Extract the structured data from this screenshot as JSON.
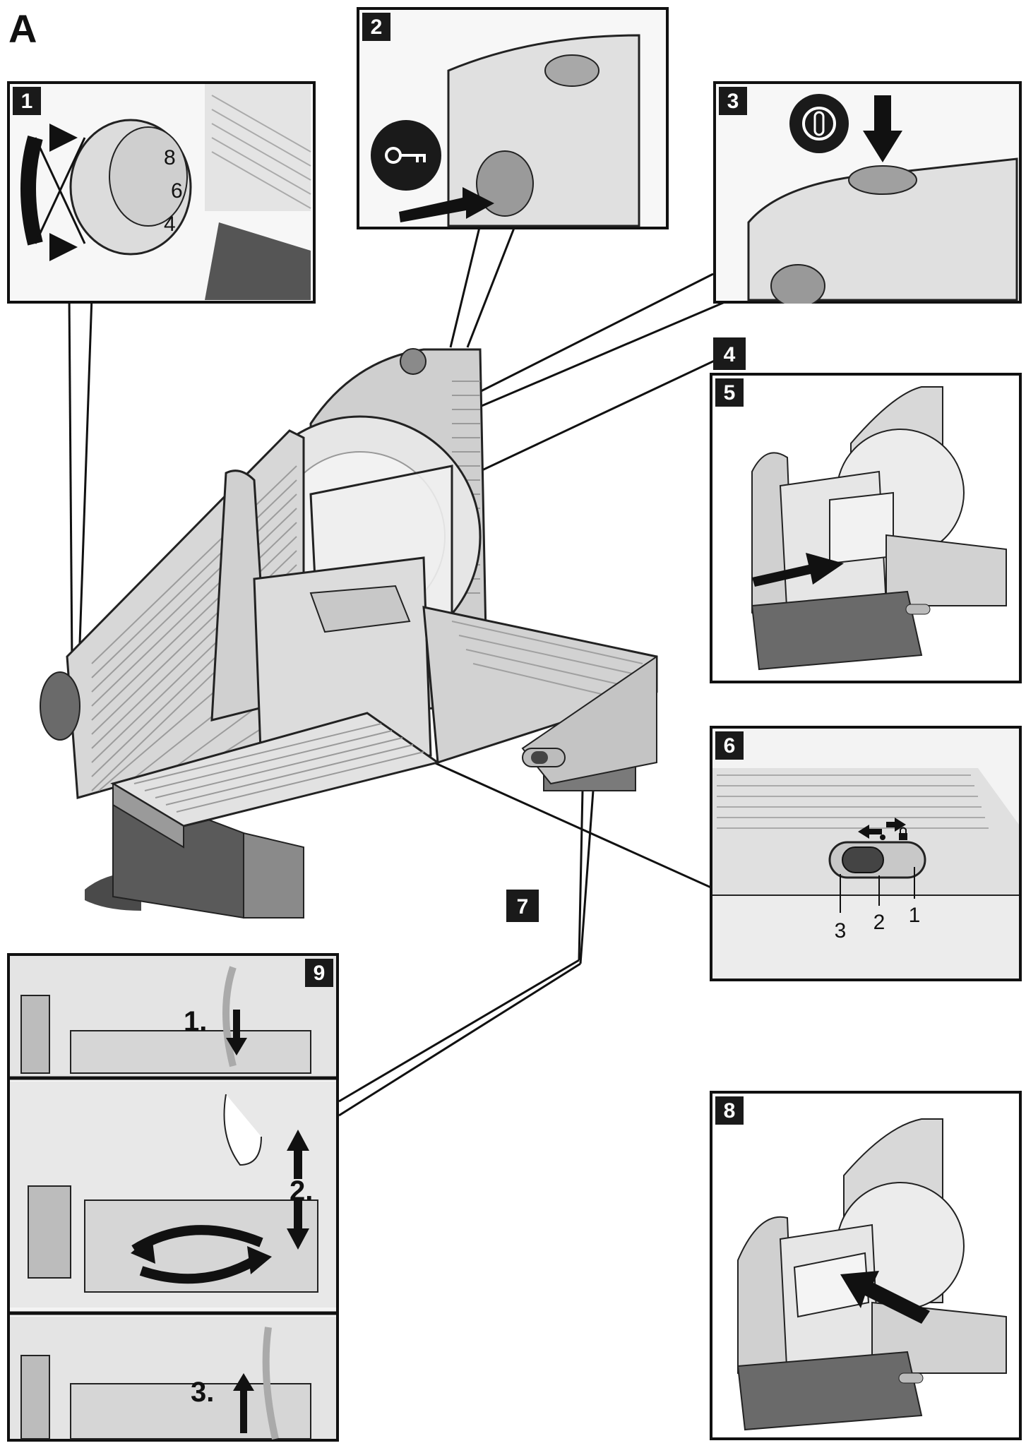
{
  "figure_label": "A",
  "callouts": {
    "c1": "1",
    "c2": "2",
    "c3": "3",
    "c4": "4",
    "c5": "5",
    "c6": "6",
    "c7": "7",
    "c8": "8",
    "c9": "9"
  },
  "panel6": {
    "pos1": "1",
    "pos2": "2",
    "pos3": "3"
  },
  "panel9": {
    "step1": "1.",
    "step2": "2.",
    "step3": "3."
  },
  "colors": {
    "badge": "#1a1a1a",
    "machine_light": "#d9d9d9",
    "machine_mid": "#bdbdbd",
    "machine_dark": "#5a5a5a",
    "arrow": "#111111"
  },
  "icons": [
    "rotate-arrows-icon",
    "key-icon",
    "power-icon",
    "push-arrow-icon",
    "slide-arrows-icon",
    "lock-icon"
  ]
}
